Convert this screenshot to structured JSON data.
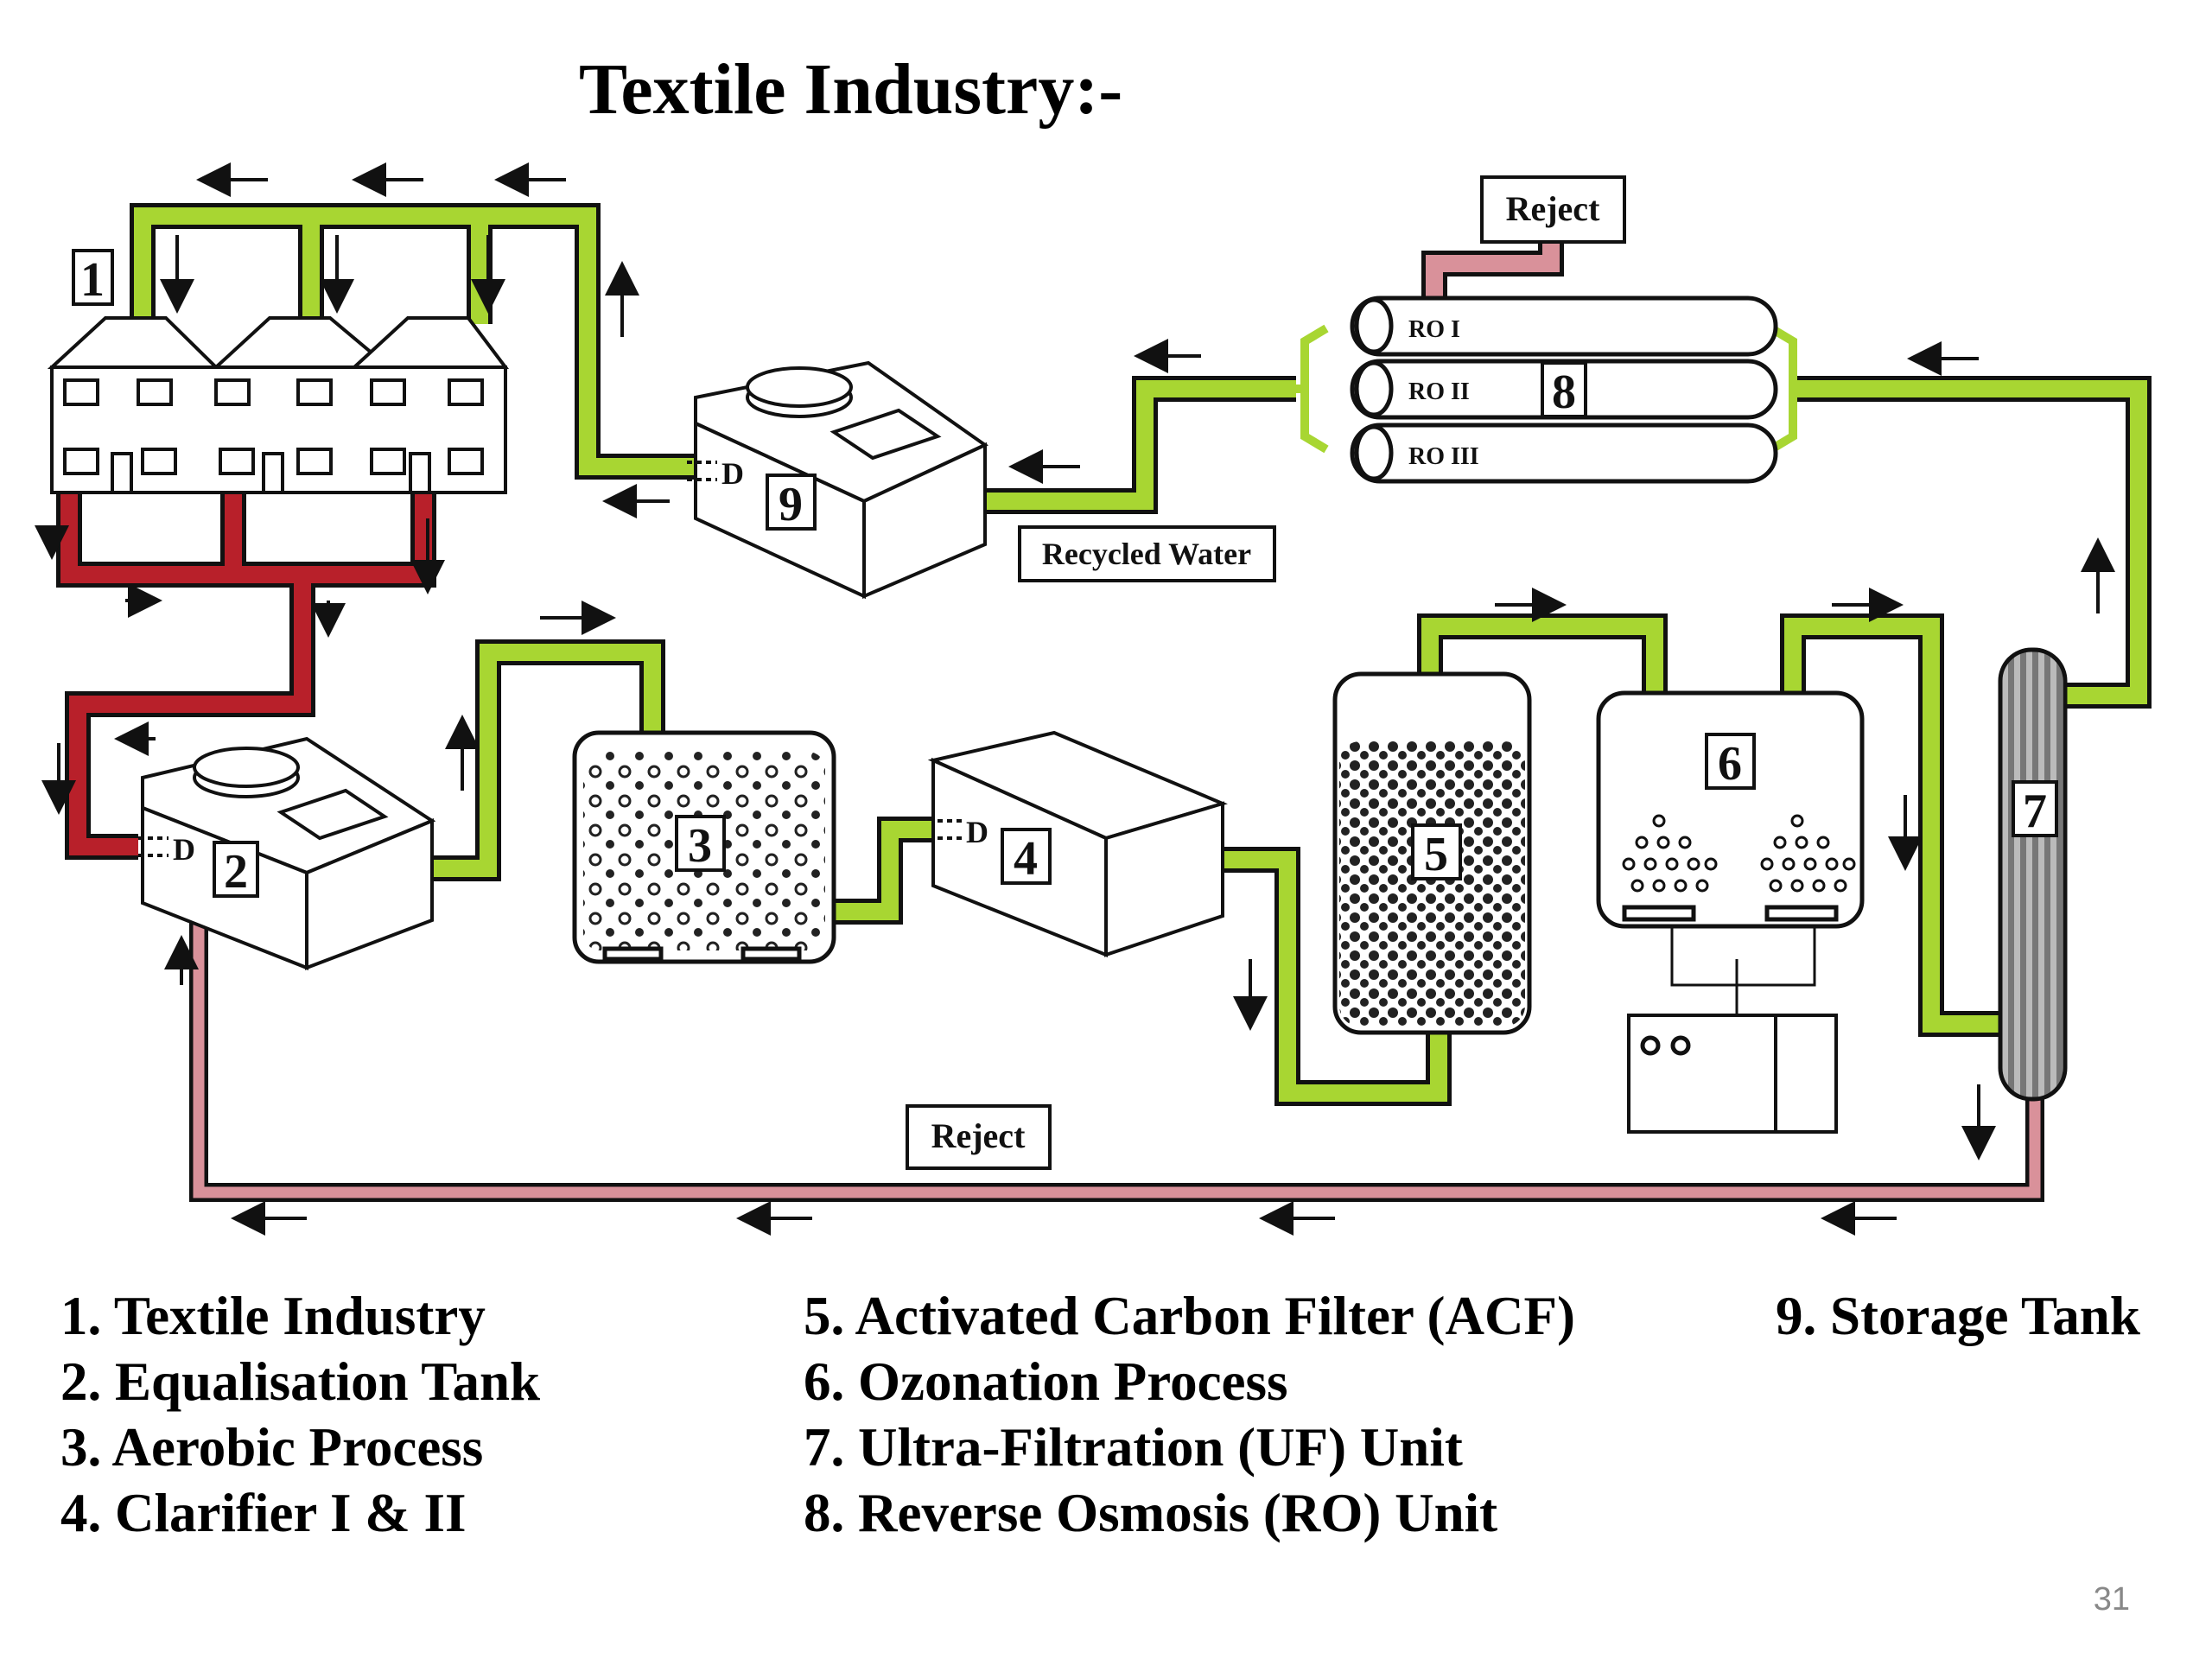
{
  "title": "Textile Industry:-",
  "page_number": "31",
  "unit_numbers": [
    "1",
    "2",
    "3",
    "4",
    "5",
    "6",
    "7",
    "8",
    "9"
  ],
  "labels": {
    "reject_top": "Reject",
    "reject_bottom": "Reject",
    "recycled_water": "Recycled Water",
    "ro_1": "RO I",
    "ro_2": "RO II",
    "ro_3": "RO III",
    "outlet_d": "D"
  },
  "legend": {
    "col1": [
      "1. Textile Industry",
      "2. Equalisation Tank",
      "3. Aerobic Process",
      "4. Clarifier  I & II"
    ],
    "col2": [
      "5. Activated Carbon Filter (ACF)",
      "6. Ozonation Process",
      "7. Ultra-Filtration (UF) Unit",
      "8. Reverse Osmosis (RO) Unit"
    ],
    "col3": [
      "9. Storage Tank"
    ]
  },
  "colors": {
    "clean_water_pipe": "#a8d632",
    "wastewater_pipe": "#b8202a",
    "reject_pipe": "#d9919a",
    "outline": "#111111"
  }
}
